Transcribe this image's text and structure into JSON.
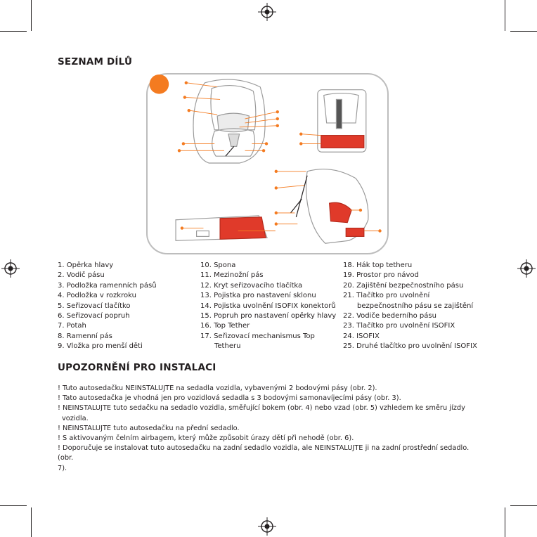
{
  "sections": {
    "parts_title": "SEZNAM DÍLŮ",
    "warnings_title": "UPOZORNĚNÍ PRO INSTALACI"
  },
  "colors": {
    "accent": "#f47b20",
    "red": "#e03a2a",
    "text": "#231f20",
    "frame": "#bdbdbd"
  },
  "parts": {
    "col1": [
      "1. Opěrka hlavy",
      "2. Vodič pásu",
      "3. Podložka ramenních pásů",
      "4. Podložka v rozkroku",
      "5. Seřizovací tlačítko",
      "6. Seřizovací popruh",
      "7. Potah",
      "8. Ramenní pás",
      "9. Vložka pro menší děti"
    ],
    "col2": [
      "10. Spona",
      "11. Mezinožní pás",
      "12. Kryt seřizovacího tlačítka",
      "13. Pojistka pro nastavení sklonu",
      "14. Pojistka uvolnění ISOFIX konektorů",
      "15. Popruh pro nastavení opěrky hlavy",
      "16.  Top Tether",
      "17. Seřizovací mechanismus Top",
      "Tetheru"
    ],
    "col3": [
      "18. Hák top tetheru",
      "19. Prostor pro návod",
      "20. Zajištění bezpečnostního pásu",
      "21. Tlačítko pro uvolnění",
      "bezpečnostního pásu se zajištění",
      "22. Vodiče bederního pásu",
      "23. Tlačítko pro uvolnění ISOFIX",
      "24. ISOFIX",
      "25. Druhé tlačítko pro uvolnění  ISOFIX"
    ]
  },
  "warnings": [
    "! Tuto autosedačku NEINSTALUJTE na sedadla vozidla, vybavenými 2 bodovými pásy (obr. 2).",
    "! Tato autosedačka je vhodná jen pro vozidlová sedadla s 3 bodovými samonavíjecími pásy (obr. 3).",
    "! NEINSTALUJTE tuto sedačku na sedadlo vozidla, směřující bokem (obr. 4) nebo vzad (obr. 5) vzhledem ke směru jízdy",
    "vozidla.",
    "! NEINSTALUJTE tuto autosedačku na přední sedadlo.",
    "! S aktivovaným čelním airbagem, který může způsobit úrazy dětí při nehodě (obr. 6).",
    "! Doporučuje se instalovat tuto autosedačku na zadní sedadlo vozidla, ale NEINSTALUJTE ji na zadní prostřední sedadlo. (obr.",
    "7)."
  ],
  "figure": {
    "callout_icon": "orange-dot-icon"
  }
}
